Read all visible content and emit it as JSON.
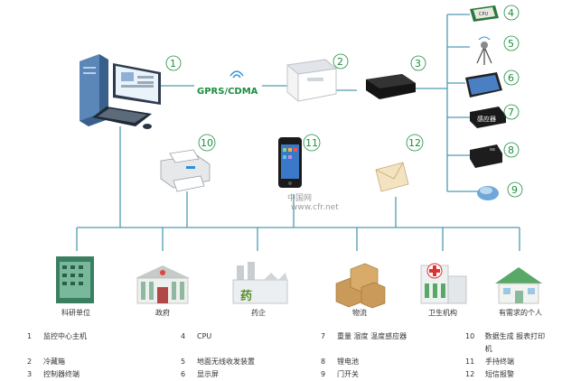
{
  "diagram": {
    "node_numbers": {
      "n1": "1",
      "n2": "2",
      "n3": "3",
      "n4": "4",
      "n5": "5",
      "n6": "6",
      "n7": "7",
      "n8": "8",
      "n9": "9",
      "n10": "10",
      "n11": "11",
      "n12": "12"
    },
    "link_label": "GPRS/CDMA",
    "cpu_chip_text": "CPU",
    "sensor_text": "感应器",
    "medicine_mark": "药",
    "watermark": "中国网",
    "watermark_url": "www.cfr.net"
  },
  "recipients": [
    {
      "label": "科研单位"
    },
    {
      "label": "政府"
    },
    {
      "label": "药企"
    },
    {
      "label": "物流"
    },
    {
      "label": "卫生机构"
    },
    {
      "label": "有需求的个人"
    }
  ],
  "legend": [
    [
      {
        "num": "1",
        "text": "监控中心主机"
      },
      {
        "num": "4",
        "text": "CPU"
      },
      {
        "num": "7",
        "text": "重量  湿度  温度感应器"
      },
      {
        "num": "10",
        "text": "数据生成  报表打印机"
      }
    ],
    [
      {
        "num": "2",
        "text": "冷藏箱"
      },
      {
        "num": "5",
        "text": "地面无线收发装置"
      },
      {
        "num": "8",
        "text": "锂电池"
      },
      {
        "num": "11",
        "text": "手持终端"
      }
    ],
    [
      {
        "num": "3",
        "text": "控制器终端"
      },
      {
        "num": "6",
        "text": "显示屏"
      },
      {
        "num": "9",
        "text": "门开关"
      },
      {
        "num": "12",
        "text": "短信报警"
      }
    ]
  ],
  "colors": {
    "line": "#4f9bb0",
    "number": "#1a8f3c",
    "accent": "#2e8fd6"
  }
}
